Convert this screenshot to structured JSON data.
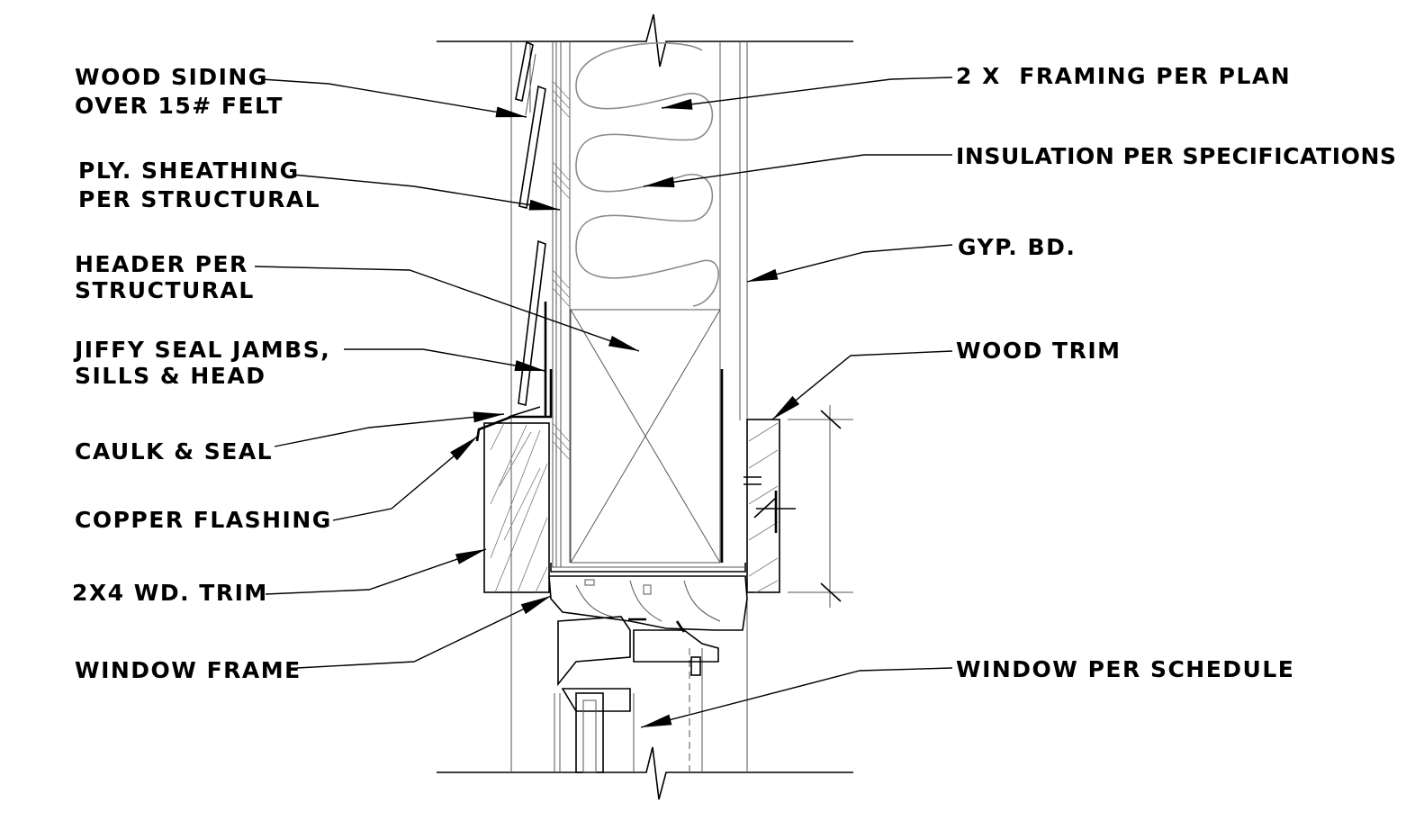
{
  "labels": {
    "left": [
      [
        "WOOD SIDING",
        "OVER 15# FELT"
      ],
      [
        "PLY. SHEATHING",
        "PER STRUCTURAL"
      ],
      [
        "HEADER PER",
        "STRUCTURAL"
      ],
      [
        "JIFFY SEAL JAMBS,",
        "SILLS & HEAD"
      ],
      [
        "CAULK & SEAL"
      ],
      [
        "COPPER FLASHING"
      ],
      [
        "2X4 WD. TRIM"
      ],
      [
        "WINDOW FRAME"
      ]
    ],
    "right": [
      [
        "2 X  FRAMING PER PLAN"
      ],
      [
        "INSULATION PER SPECIFICATIONS"
      ],
      [
        "GYP. BD."
      ],
      [
        "WOOD TRIM"
      ],
      [
        "WINDOW PER SCHEDULE"
      ]
    ]
  },
  "colors": {
    "ink": "#000000",
    "line": "#555555",
    "insulation": "#8a8a8a"
  }
}
